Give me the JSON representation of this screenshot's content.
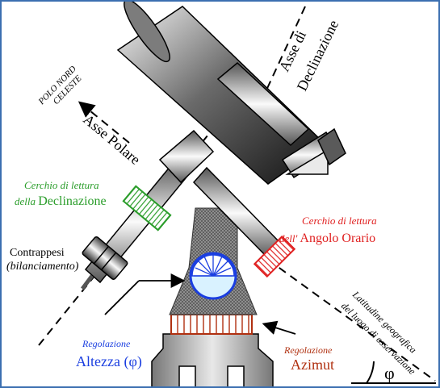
{
  "labels": {
    "asse_declinazione_1": "Asse di",
    "asse_declinazione_2": "Declinazione",
    "polo_nord_1": "POLO NORD",
    "polo_nord_2": "CELESTE",
    "asse_polare": "Asse Polare",
    "cerchio_dec_1": "Cerchio di lettura",
    "cerchio_dec_2a": "della ",
    "cerchio_dec_2b": "Declinazione",
    "cerchio_ao_1": "Cerchio di lettura",
    "cerchio_ao_2a": "dell'",
    "cerchio_ao_2b": " Angolo Orario",
    "contrappesi_1": "Contrappesi",
    "contrappesi_2": "(bilanciamento)",
    "reg_altezza_1": "Regolazione",
    "reg_altezza_2": "Altezza (φ)",
    "reg_azimut_1": "Regolazione",
    "reg_azimut_2": "Azimut",
    "latitudine_1": "Latitudine geografica",
    "latitudine_2": "del luogo di osservazione",
    "phi": "φ"
  },
  "colors": {
    "declination_circle": "#2a9d2a",
    "hour_angle_circle": "#e02020",
    "altitude_blue": "#1a3ee0",
    "azimuth_brown": "#b03010",
    "frame_border": "#3b6fb0"
  }
}
